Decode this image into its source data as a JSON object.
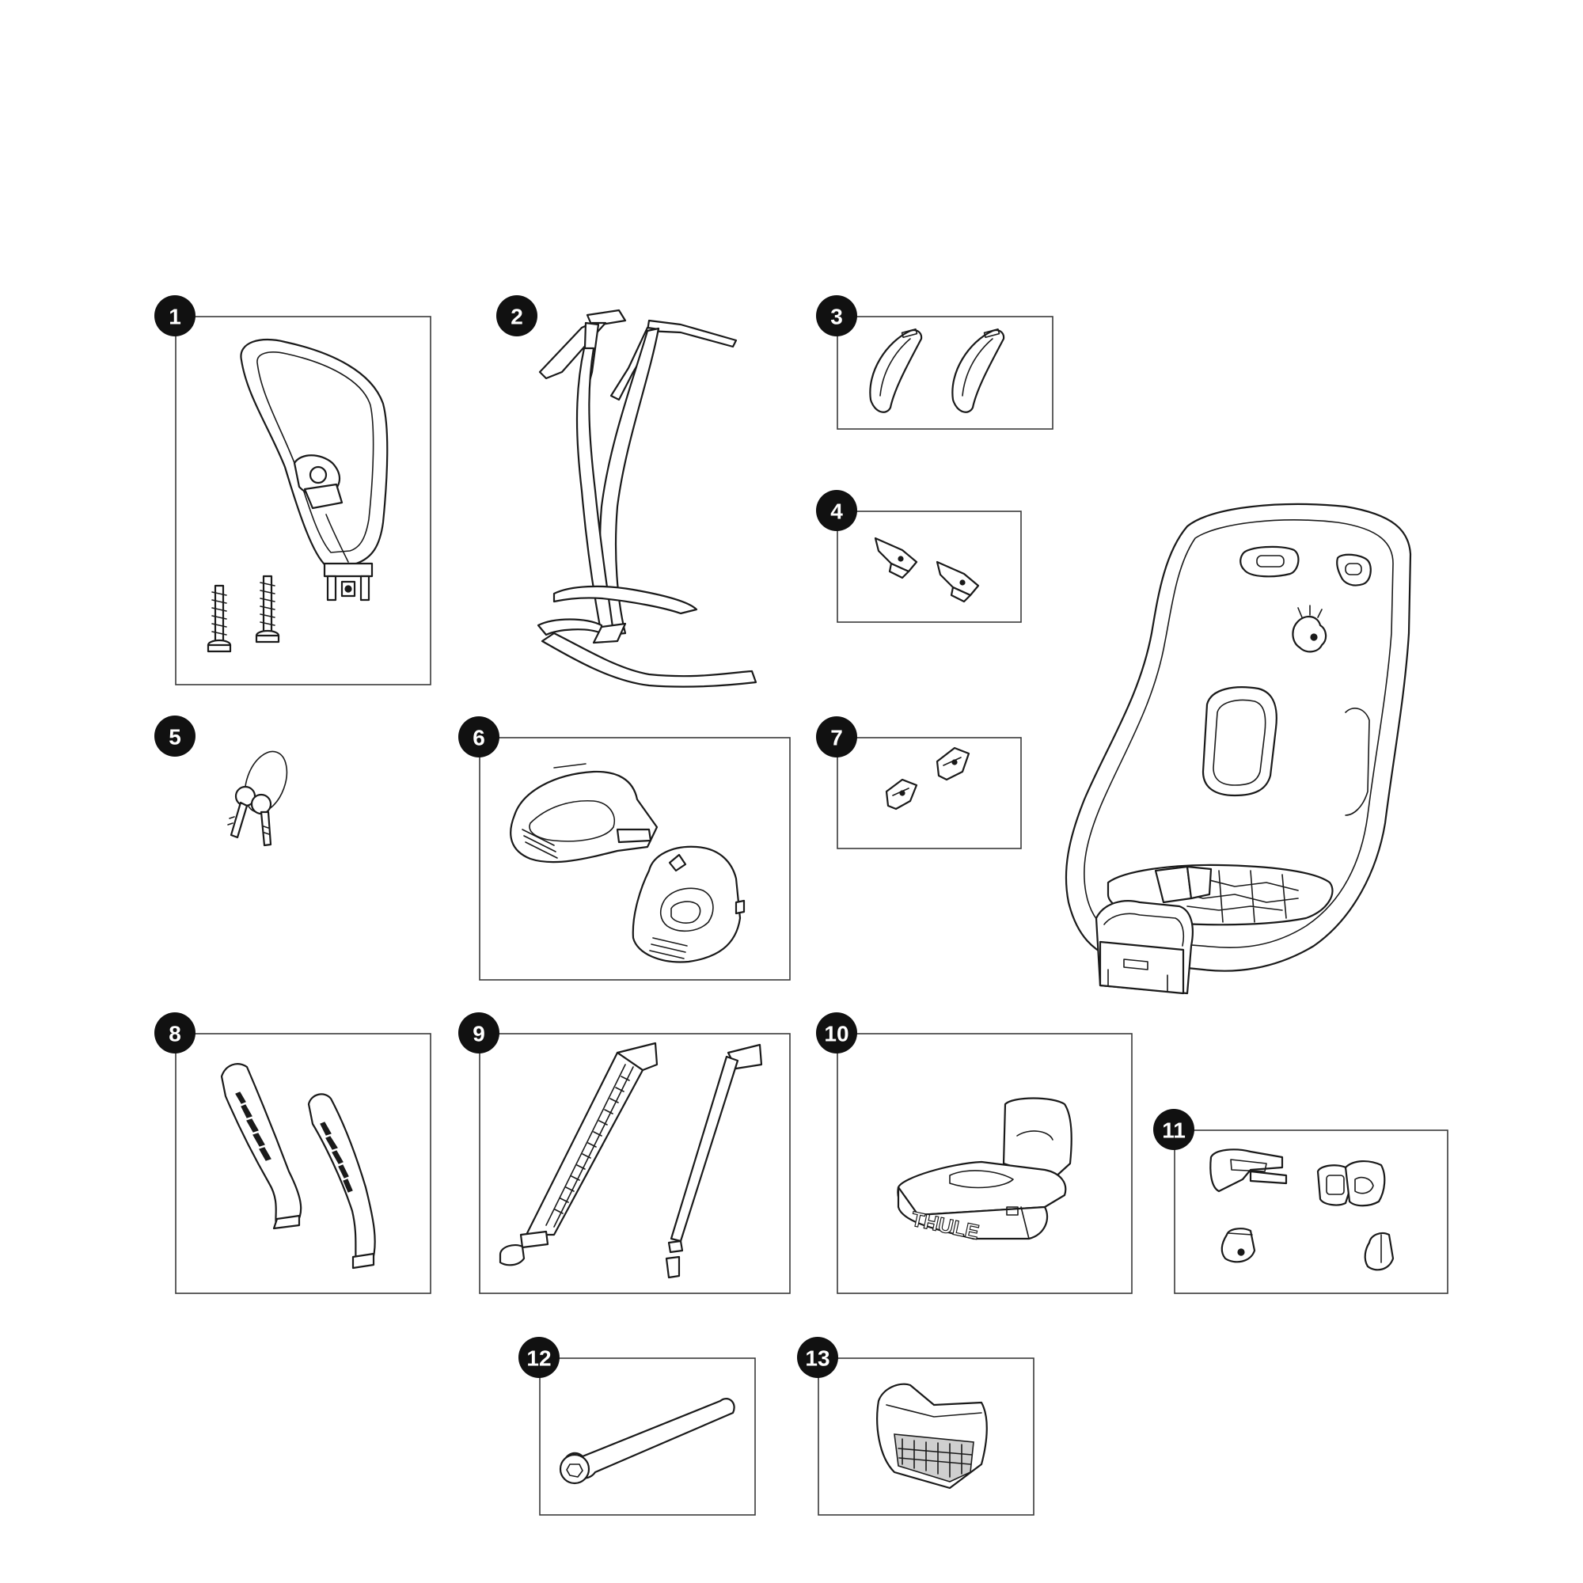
{
  "diagram": {
    "parts": [
      {
        "number": "1",
        "icon": "shoulder-harness-guide-with-screws"
      },
      {
        "number": "2",
        "icon": "harness-straps"
      },
      {
        "number": "3",
        "icon": "shoulder-pads"
      },
      {
        "number": "4",
        "icon": "strap-clips"
      },
      {
        "number": "5",
        "icon": "keys"
      },
      {
        "number": "6",
        "icon": "footrests"
      },
      {
        "number": "7",
        "icon": "small-buckles"
      },
      {
        "number": "8",
        "icon": "foot-straps"
      },
      {
        "number": "9",
        "icon": "ratchet-straps"
      },
      {
        "number": "10",
        "icon": "mounting-bracket"
      },
      {
        "number": "11",
        "icon": "buckle-parts"
      },
      {
        "number": "12",
        "icon": "bolt"
      },
      {
        "number": "13",
        "icon": "bracket-cap"
      }
    ],
    "brand_logo": "THULE",
    "seat_icon": "child-bike-seat"
  }
}
